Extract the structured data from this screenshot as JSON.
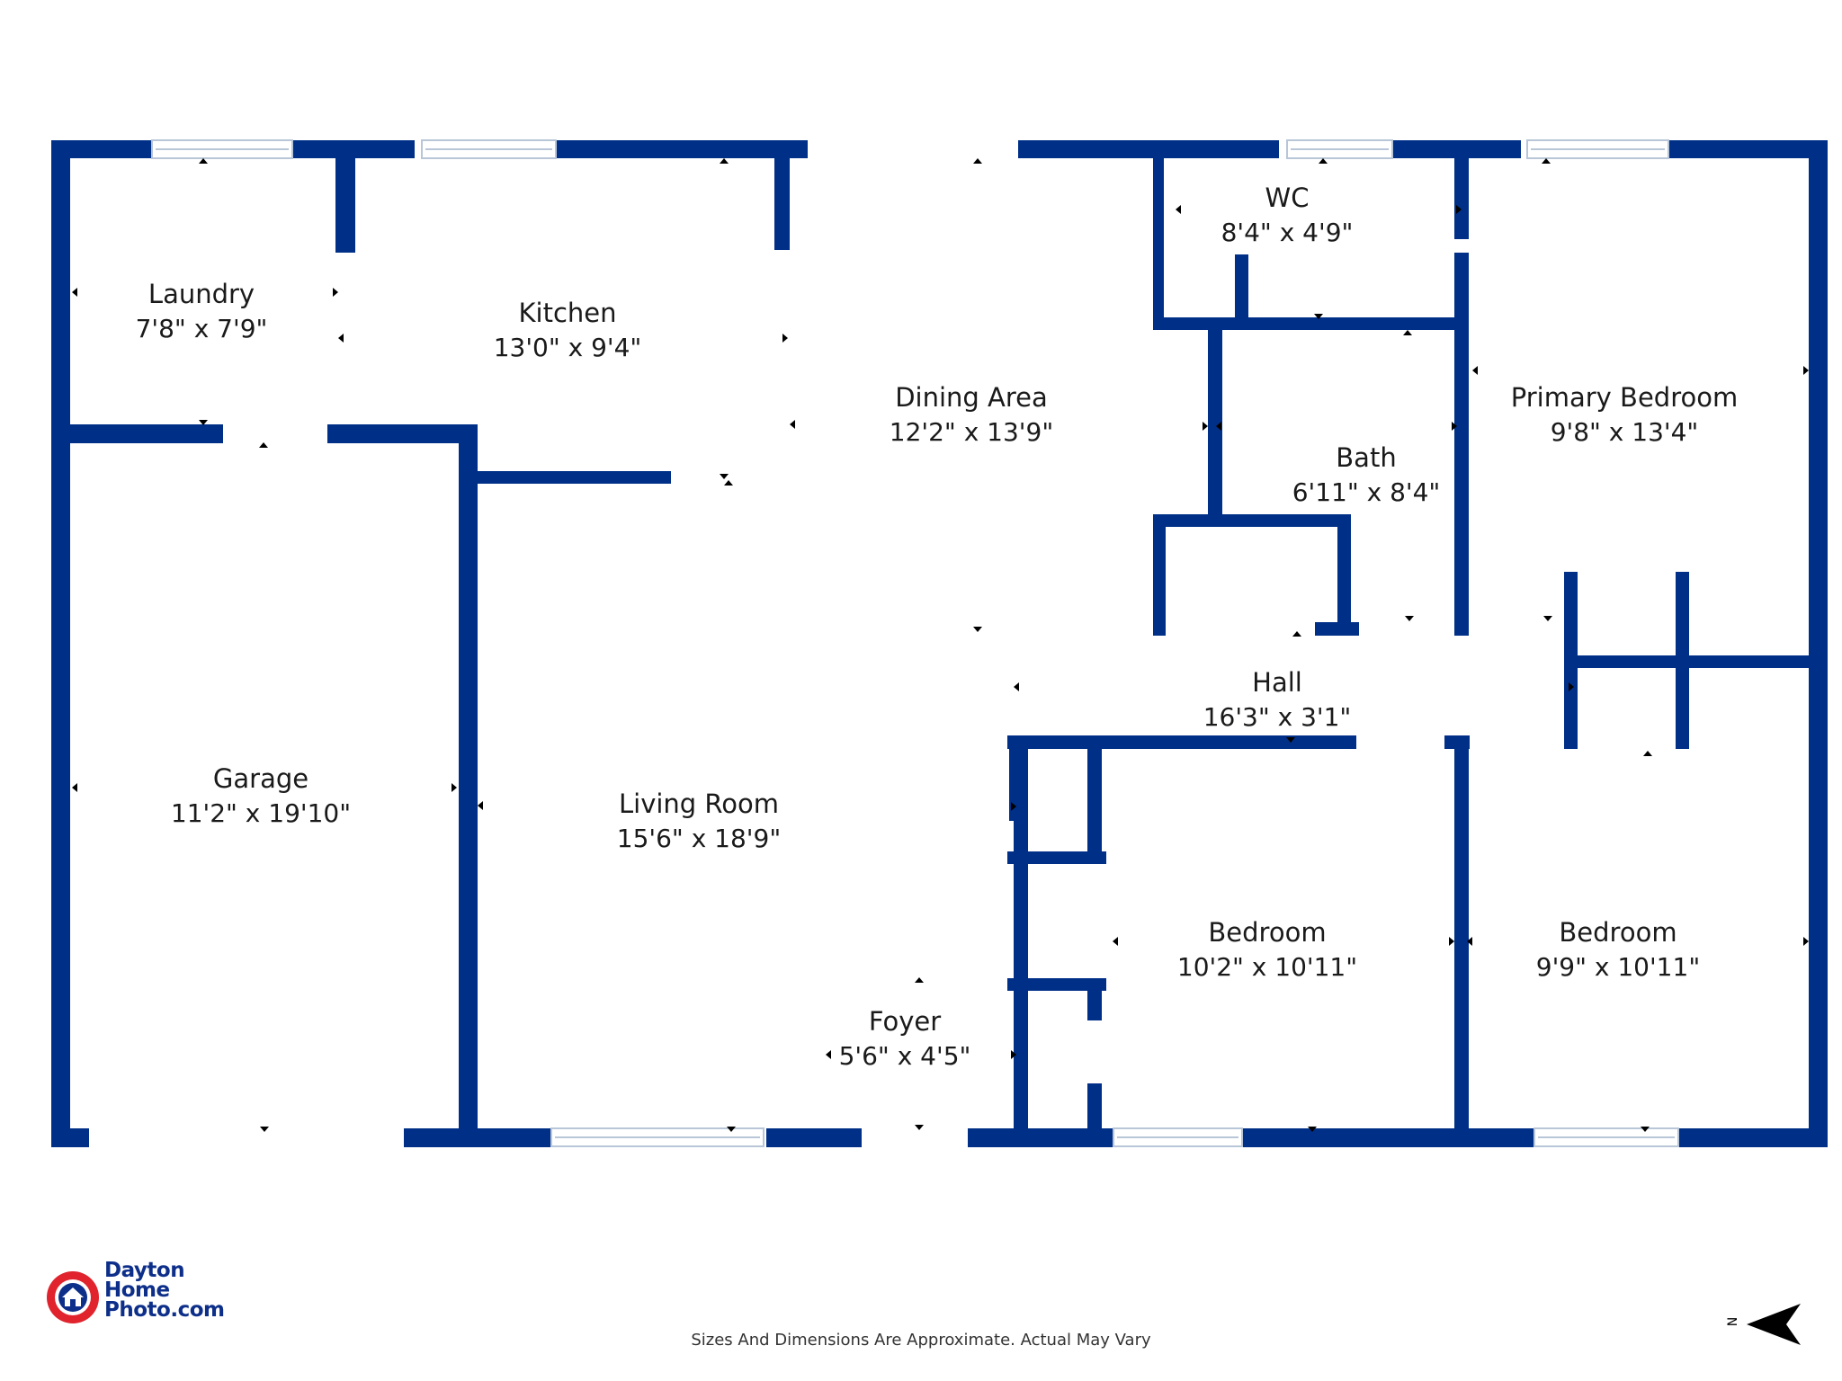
{
  "colors": {
    "wall": "#002f87",
    "window": "#b8c6d8",
    "marker": "#000000"
  },
  "rooms": {
    "laundry": {
      "name": "Laundry",
      "dims": "7'8\" x 7'9\""
    },
    "kitchen": {
      "name": "Kitchen",
      "dims": "13'0\" x 9'4\""
    },
    "dining": {
      "name": "Dining Area",
      "dims": "12'2\" x 13'9\""
    },
    "wc": {
      "name": "WC",
      "dims": "8'4\" x 4'9\""
    },
    "primary_bedroom": {
      "name": "Primary Bedroom",
      "dims": "9'8\" x 13'4\""
    },
    "bath": {
      "name": "Bath",
      "dims": "6'11\" x 8'4\""
    },
    "garage": {
      "name": "Garage",
      "dims": "11'2\" x 19'10\""
    },
    "living_room": {
      "name": "Living Room",
      "dims": "15'6\" x 18'9\""
    },
    "hall": {
      "name": "Hall",
      "dims": "16'3\" x 3'1\""
    },
    "bedroom_1": {
      "name": "Bedroom",
      "dims": "10'2\" x 10'11\""
    },
    "bedroom_2": {
      "name": "Bedroom",
      "dims": "9'9\" x 10'11\""
    },
    "foyer": {
      "name": "Foyer",
      "dims": "5'6\" x 4'5\""
    }
  },
  "logo": {
    "line1": "Dayton",
    "line2": "Home",
    "line3": "Photo.com",
    "icon": "camera-house-icon"
  },
  "footer": {
    "disclaimer": "Sizes And Dimensions Are Approximate. Actual May Vary"
  },
  "compass": {
    "label": "N",
    "icon": "north-arrow-icon"
  }
}
